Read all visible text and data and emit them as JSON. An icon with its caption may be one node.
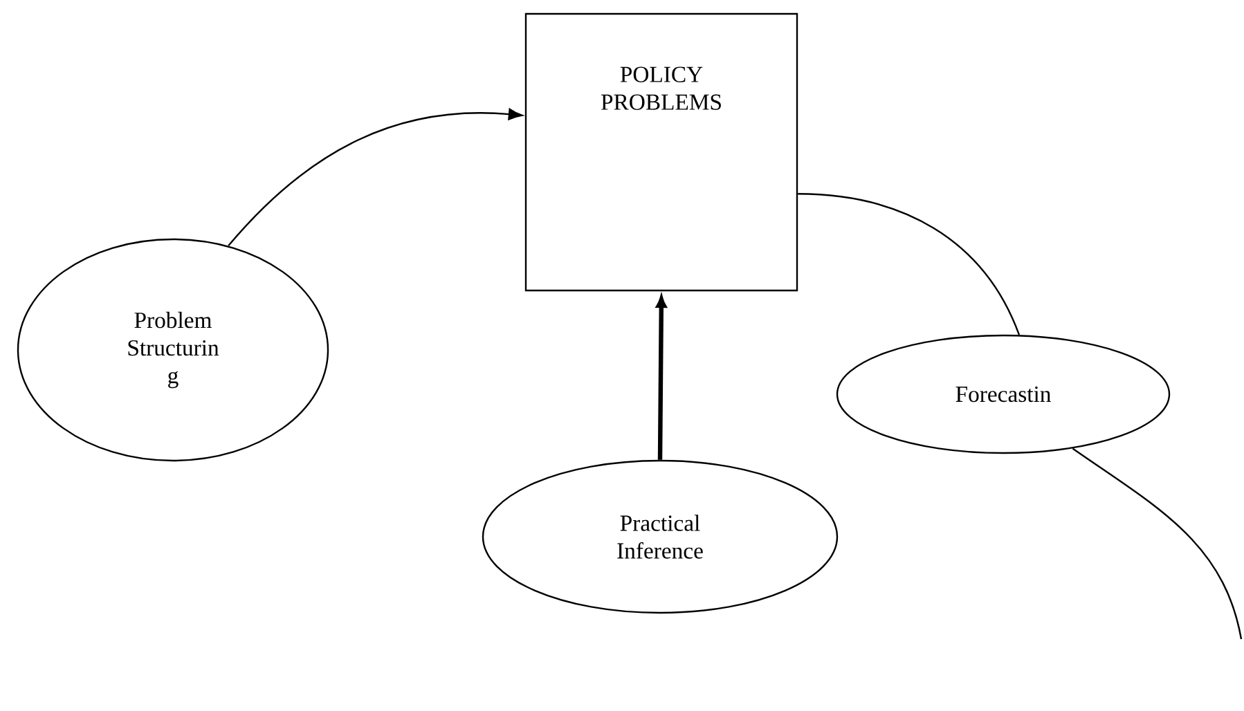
{
  "diagram": {
    "nodes": [
      {
        "text": [
          "POLICY PROBLEMS"
        ]
      },
      {
        "text": [
          "Problem Structurin g"
        ]
      },
      {
        "text": [
          "Forecastin"
        ]
      },
      {
        "text": [
          "Practical Inference"
        ]
      }
    ],
    "edges": [
      {
        "from": 1,
        "to": 0,
        "arrow": "to"
      },
      {
        "from": 0,
        "to": 2,
        "arrow": "none"
      },
      {
        "from": 2,
        "to": null,
        "arrow": "none"
      },
      {
        "from": 3,
        "to": 0,
        "arrow": "to",
        "style": "thick"
      }
    ]
  }
}
